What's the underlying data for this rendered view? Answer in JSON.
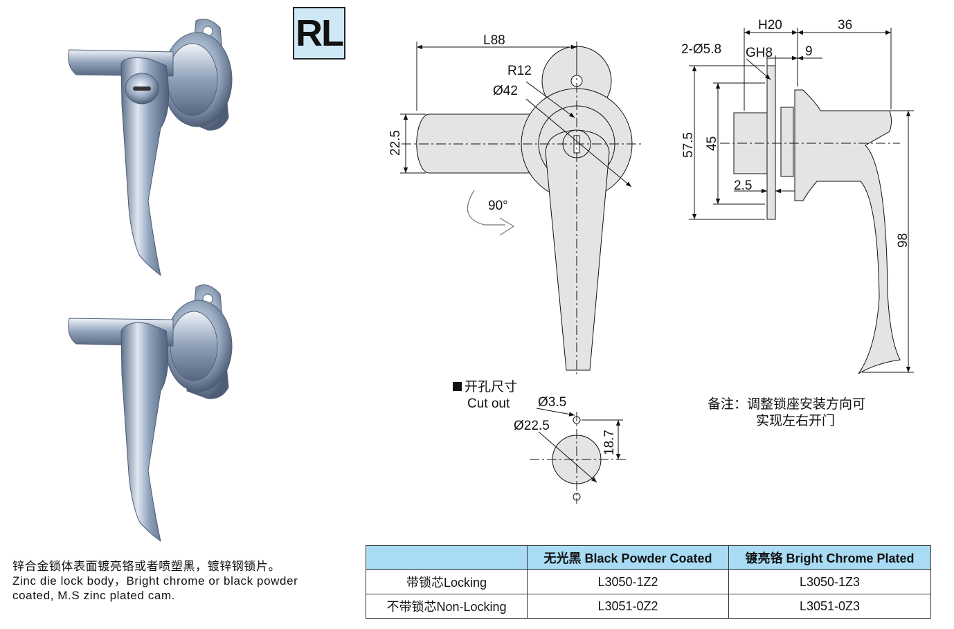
{
  "badge": "RL",
  "drawing": {
    "front": {
      "length": "L88",
      "radius": "R12",
      "diameter": "Ø42",
      "height": "22.5",
      "rotation": "90°"
    },
    "side": {
      "width": "H20",
      "depth": "36",
      "holes": "2-Ø5.8",
      "gh": "GH8",
      "nine": "9",
      "total_height": "57.5",
      "inner_height": "45",
      "plate": "2.5",
      "handle_length": "98"
    },
    "cutout": {
      "label_cn": "开孔尺寸",
      "label_en": "Cut out",
      "small_hole": "Ø3.5",
      "main_hole": "Ø22.5",
      "offset": "18.7"
    }
  },
  "note": {
    "line1": "备注：调整锁座安装方向可",
    "line2": "实现左右开门"
  },
  "description": {
    "cn": "锌合金锁体表面镀亮铬或者喷塑黑，镀锌钢锁片。",
    "en": "Zinc die lock body，Bright chrome or black powder coated, M.S zinc plated cam."
  },
  "table": {
    "headers": [
      "",
      "无光黑 Black Powder Coated",
      "镀亮铬  Bright Chrome Plated"
    ],
    "rows": [
      {
        "label": "带锁芯Locking",
        "black": "L3050-1Z2",
        "chrome": "L3050-1Z3"
      },
      {
        "label": "不带锁芯Non-Locking",
        "black": "L3051-0Z2",
        "chrome": "L3051-0Z3"
      }
    ]
  },
  "colors": {
    "badge_bg": "#cfe8f5",
    "header_bg": "#a9dcf4",
    "part_fill": "#e4e4e4",
    "chrome": "#8fa4bf"
  }
}
